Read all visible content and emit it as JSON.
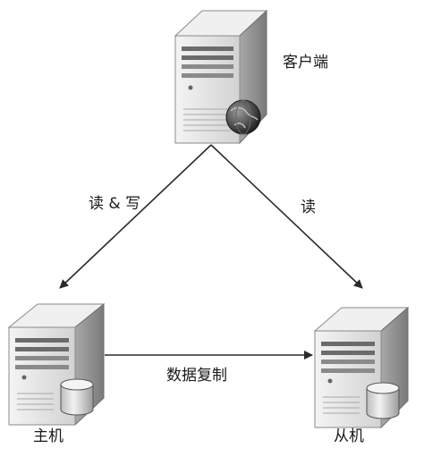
{
  "nodes": {
    "client": {
      "label": "客户端",
      "icon": "server-globe-icon"
    },
    "master": {
      "label": "主机",
      "icon": "server-database-icon"
    },
    "slave": {
      "label": "从机",
      "icon": "server-database-icon"
    }
  },
  "edges": {
    "client_to_master": {
      "label": "读 & 写"
    },
    "client_to_slave": {
      "label": "读"
    },
    "master_to_slave": {
      "label": "数据复制"
    }
  },
  "colors": {
    "line": "#2b2b2b",
    "server_body": "#e4e4e4",
    "server_side": "#9a9a9a",
    "server_top": "#f2f2f2",
    "globe": "#3a3a3a"
  }
}
